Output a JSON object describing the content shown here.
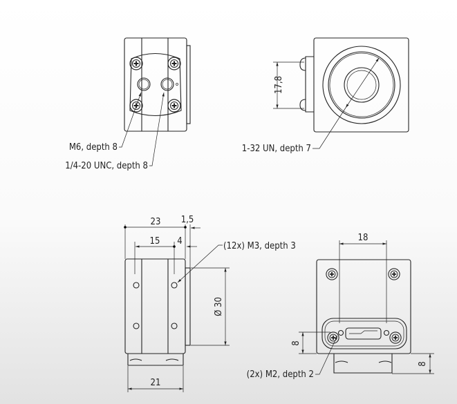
{
  "views": {
    "top_left": {
      "labels": [
        "M6, depth 8",
        "1/4-20 UNC, depth 8"
      ]
    },
    "top_right": {
      "dimension": "17,8",
      "label": "1-32 UN, depth 7"
    },
    "bottom_left": {
      "dim_overall": "23",
      "dim_flange": "1,5",
      "dim_holes": "15",
      "dim_offset": "4",
      "label": "(12x) M3, depth 3",
      "dim_diameter": "Ø 30",
      "dim_base": "21"
    },
    "bottom_right": {
      "dim_width": "18",
      "dim_left": "8",
      "dim_right": "8",
      "label": "(2x) M2, depth 2"
    }
  }
}
